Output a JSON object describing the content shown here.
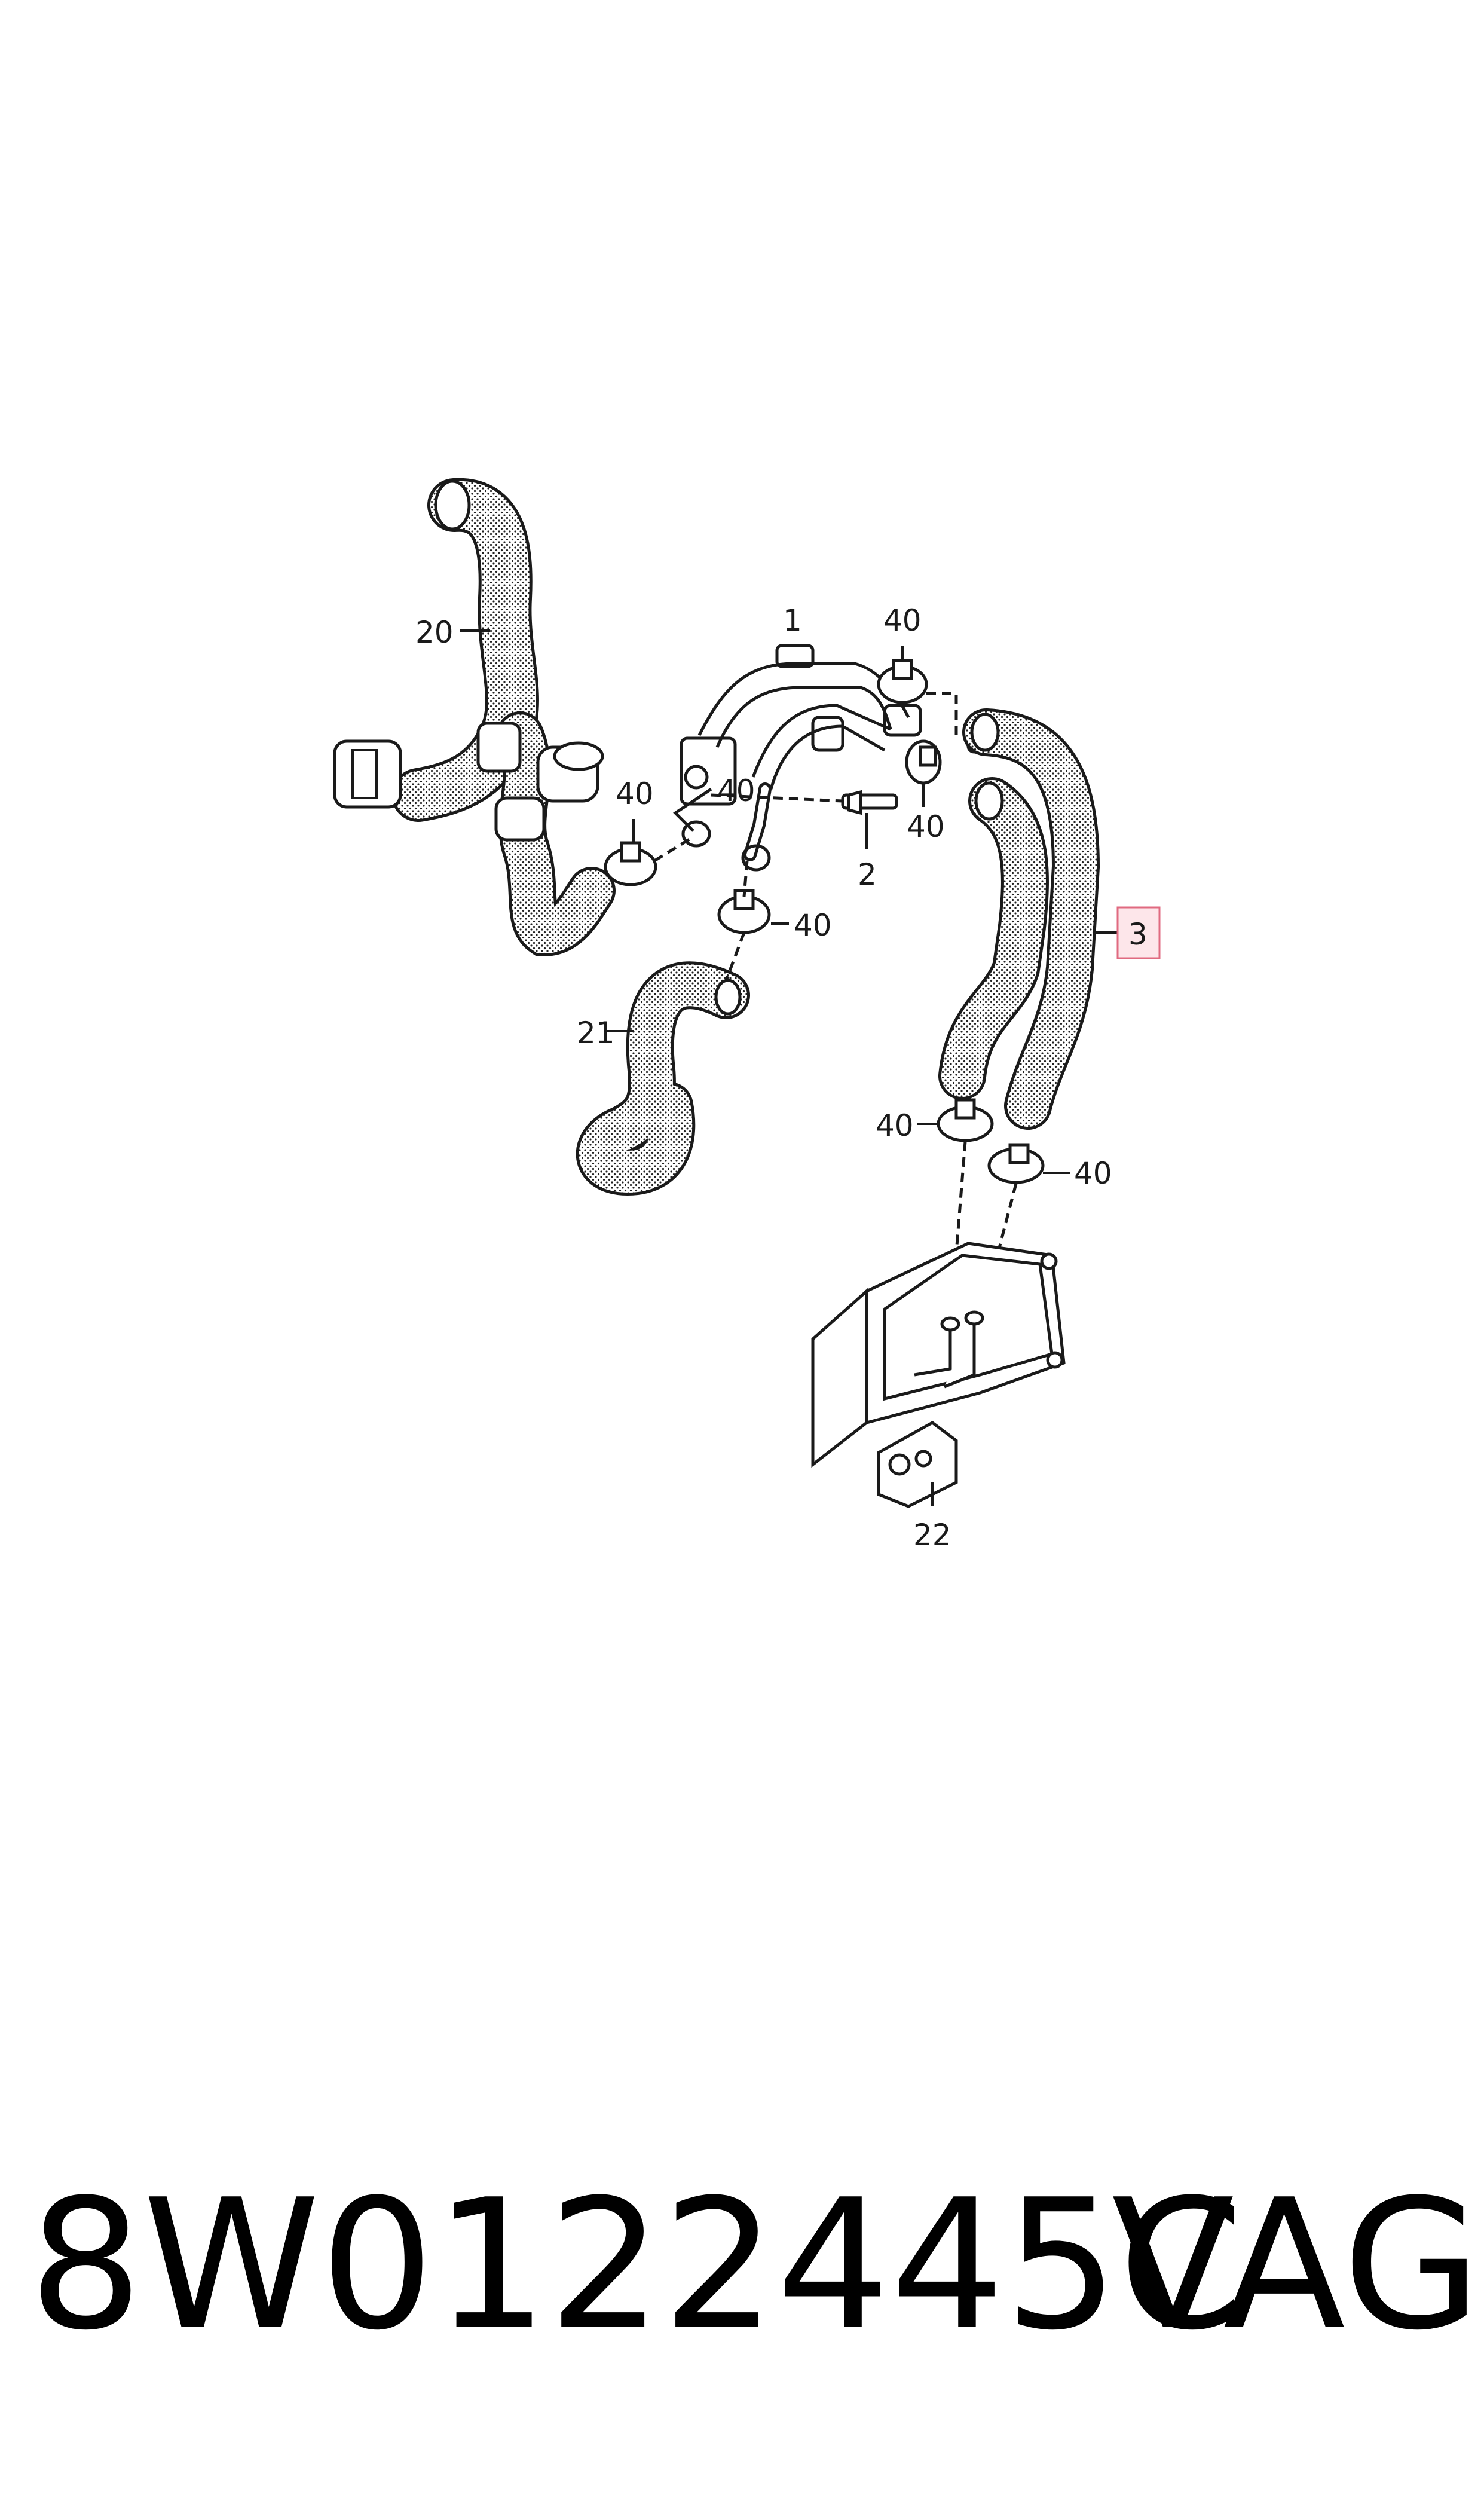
{
  "callouts": {
    "c1": "1",
    "c2": "2",
    "c3": "3",
    "c20": "20",
    "c21": "21",
    "c22": "22",
    "c40a": "40",
    "c40b": "40",
    "c40c": "40",
    "c40d": "40",
    "c40e": "40",
    "c40f": "40",
    "c40g": "40"
  },
  "footer": {
    "part_number": "8W0122445C",
    "brand": "VAG"
  },
  "colors": {
    "line": "#1a1a1a",
    "highlight_fill": "#fde6ea",
    "highlight_stroke": "#e06a80"
  }
}
